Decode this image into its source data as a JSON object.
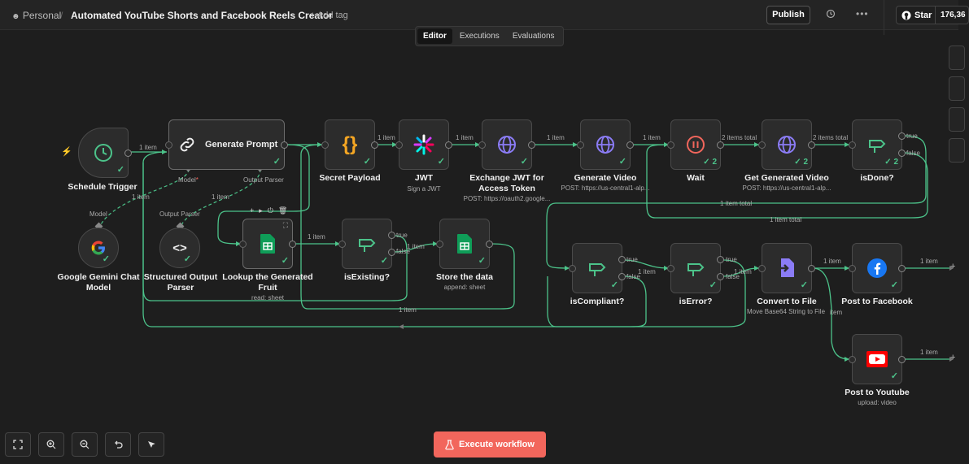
{
  "header": {
    "project": "Personal",
    "separator": "/",
    "workflow_title": "Automated YouTube Shorts and Facebook Reels Creator",
    "add_tag": "+ Add tag",
    "publish_label": "Publish",
    "github_star_label": "Star",
    "github_star_count": "176,36"
  },
  "tabs": [
    {
      "label": "Editor",
      "active": true
    },
    {
      "label": "Executions",
      "active": false
    },
    {
      "label": "Evaluations",
      "active": false
    }
  ],
  "nodes": {
    "schedule_trigger": {
      "label": "Schedule Trigger"
    },
    "generate_prompt": {
      "label": "Generate Prompt",
      "port_model": "Model",
      "port_output_parser": "Output Parser"
    },
    "secret_payload": {
      "label": "Secret Payload"
    },
    "jwt": {
      "label": "JWT",
      "sub": "Sign a JWT"
    },
    "exchange_jwt": {
      "label": "Exchange JWT for Access Token",
      "sub": "POST: https://oauth2.google..."
    },
    "generate_video": {
      "label": "Generate Video",
      "sub": "POST: https://us-central1-alp..."
    },
    "wait": {
      "label": "Wait",
      "badge": "2"
    },
    "get_generated_video": {
      "label": "Get Generated Video",
      "sub": "POST: https://us-central1-alp...",
      "badge": "2"
    },
    "is_done": {
      "label": "isDone?",
      "badge": "2",
      "true_label": "true",
      "false_label": "false"
    },
    "gemini": {
      "label": "Google Gemini Chat Model",
      "port_label": "Model"
    },
    "structured_parser": {
      "label": "Structured Output Parser",
      "port_label": "Output Parser"
    },
    "lookup_fruit": {
      "label": "Lookup the Generated Fruit",
      "sub": "read: sheet"
    },
    "is_existing": {
      "label": "isExisting?",
      "true_label": "true",
      "false_label": "false"
    },
    "store_data": {
      "label": "Store the data",
      "sub": "append: sheet"
    },
    "is_compliant": {
      "label": "isCompliant?",
      "true_label": "true",
      "false_label": "false"
    },
    "is_error": {
      "label": "isError?",
      "true_label": "true",
      "false_label": "false"
    },
    "convert_to_file": {
      "label": "Convert to File",
      "sub": "Move Base64 String to File"
    },
    "post_facebook": {
      "label": "Post to Facebook"
    },
    "post_youtube": {
      "label": "Post to Youtube",
      "sub": "upload: video"
    }
  },
  "edge_labels": {
    "trigger_out": "1 item",
    "model_item": "1 item",
    "parser_item": "1 item",
    "secret_out": "1 item",
    "jwt_out": "1 item",
    "exchange_out": "1 item",
    "genvideo_out": "1 item",
    "wait_out": "2 items total",
    "getvideo_out": "2 items total",
    "loop_total_a": "1 item total",
    "loop_total_b": "1 item total",
    "lookup_out": "1 item",
    "existing_false": "1 item",
    "store_back": "1 item",
    "compliant_true": "1 item",
    "error_false": "1 item",
    "convert_out": "1 item",
    "facebook_out": "1 item",
    "youtube_out": "1 item",
    "convert_item_suffix": "item"
  },
  "bottom": {
    "execute_label": "Execute workflow"
  },
  "icons": {
    "trigger": "lightning-icon",
    "clock": "clock-icon",
    "link": "link-icon",
    "braces": "code-braces-icon",
    "globe": "globe-icon",
    "pause": "pause-icon",
    "switch": "signpost-icon",
    "sheets": "google-sheets-icon",
    "google": "google-icon",
    "code": "code-icon",
    "file": "file-convert-icon",
    "facebook": "facebook-icon",
    "youtube": "youtube-icon"
  },
  "colors": {
    "accent_execute": "#f2665c",
    "success": "#4cc38a",
    "edge": "#4cc38a",
    "globe": "#8b7cf6",
    "facebook": "#1877f2",
    "youtube": "#ff0000"
  }
}
